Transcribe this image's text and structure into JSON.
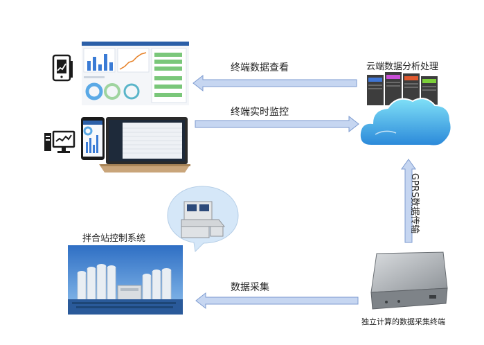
{
  "labels": {
    "view_data": "终端数据查看",
    "realtime_monitor": "终端实时监控",
    "cloud_title": "云端数据分析处理",
    "gprs": "GPRS数据传输",
    "mixing_station": "拌合站控制系统",
    "data_collection": "数据采集",
    "terminal_caption": "独立计算的数据采集终端"
  },
  "icons": [
    "tablet-chart-icon",
    "monitor-chart-icon"
  ],
  "colors": {
    "arrow_fill": "#c6d6f1",
    "arrow_stroke": "#7d9bd0",
    "icon": "#1a1a1a"
  }
}
